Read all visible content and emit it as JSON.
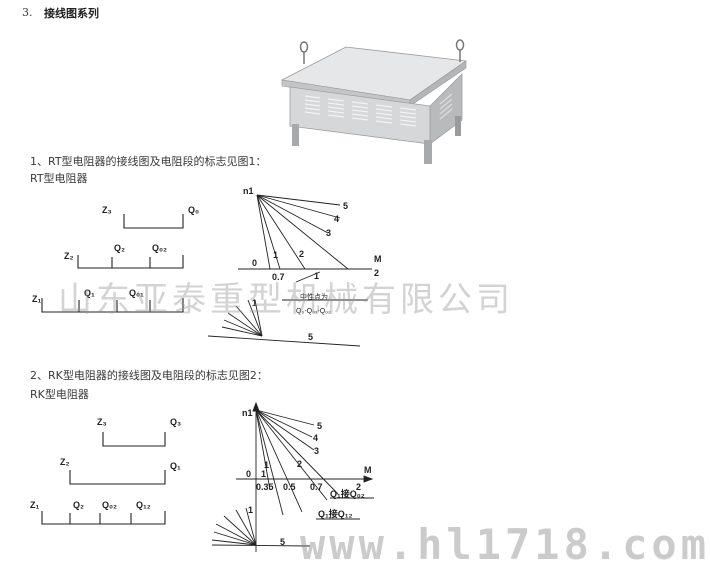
{
  "header": {
    "number": "3.",
    "title": "接线图系列"
  },
  "section1": {
    "caption": "1、RT型电阻器的接线图及电阻段的标志见图1：",
    "subtitle": "RT型电阻器",
    "wiring": {
      "z3": "Z₃",
      "q0": "Q₀",
      "z2": "Z₂",
      "q2": "Q₂",
      "q02": "Q₀₂",
      "z1": "Z₁",
      "q1": "Q₁",
      "q01": "Q₀₁"
    },
    "graph": {
      "n1": "n1",
      "m": "M",
      "zero": "0",
      "l5": "5",
      "l4": "4",
      "l3": "3",
      "l2": "2",
      "l1a": "1",
      "l1b": "1",
      "l07": "0.7",
      "l1c": "1",
      "l2m": "2",
      "note": "中性点为",
      "formula": "Q₀-Q₀₁-Q₀₂",
      "lower1": "1",
      "lower5": "5"
    }
  },
  "section2": {
    "caption": "2、RK型电阻器的接线图及电阻段的标志见图2：",
    "subtitle": "RK型电阻器",
    "wiring": {
      "z3": "Z₃",
      "q3": "Q₃",
      "z2": "Z₂",
      "q1": "Q₁",
      "z1": "Z₁",
      "q2": "Q₂",
      "q02": "Q₀₂",
      "q12": "Q₁₂"
    },
    "graph": {
      "n1": "n1",
      "m": "M",
      "zero": "0",
      "l5": "5",
      "l4": "4",
      "l3": "3",
      "l2": "2",
      "l1": "1",
      "t1": "1",
      "t035": "0.35",
      "t05": "0.5",
      "t07": "0.7",
      "t2": "2",
      "q1q02": "Q₁接Q₀₂",
      "q1q12": "Q₁接Q₁₂",
      "lower1": "1",
      "lower5": "5"
    }
  },
  "watermarks": {
    "company": "山东亚泰重型机械有限公司",
    "site": "www.hl1718.com"
  },
  "colors": {
    "line": "#222222",
    "cabinet": "#d2d3d4",
    "watermark": "#969696"
  }
}
